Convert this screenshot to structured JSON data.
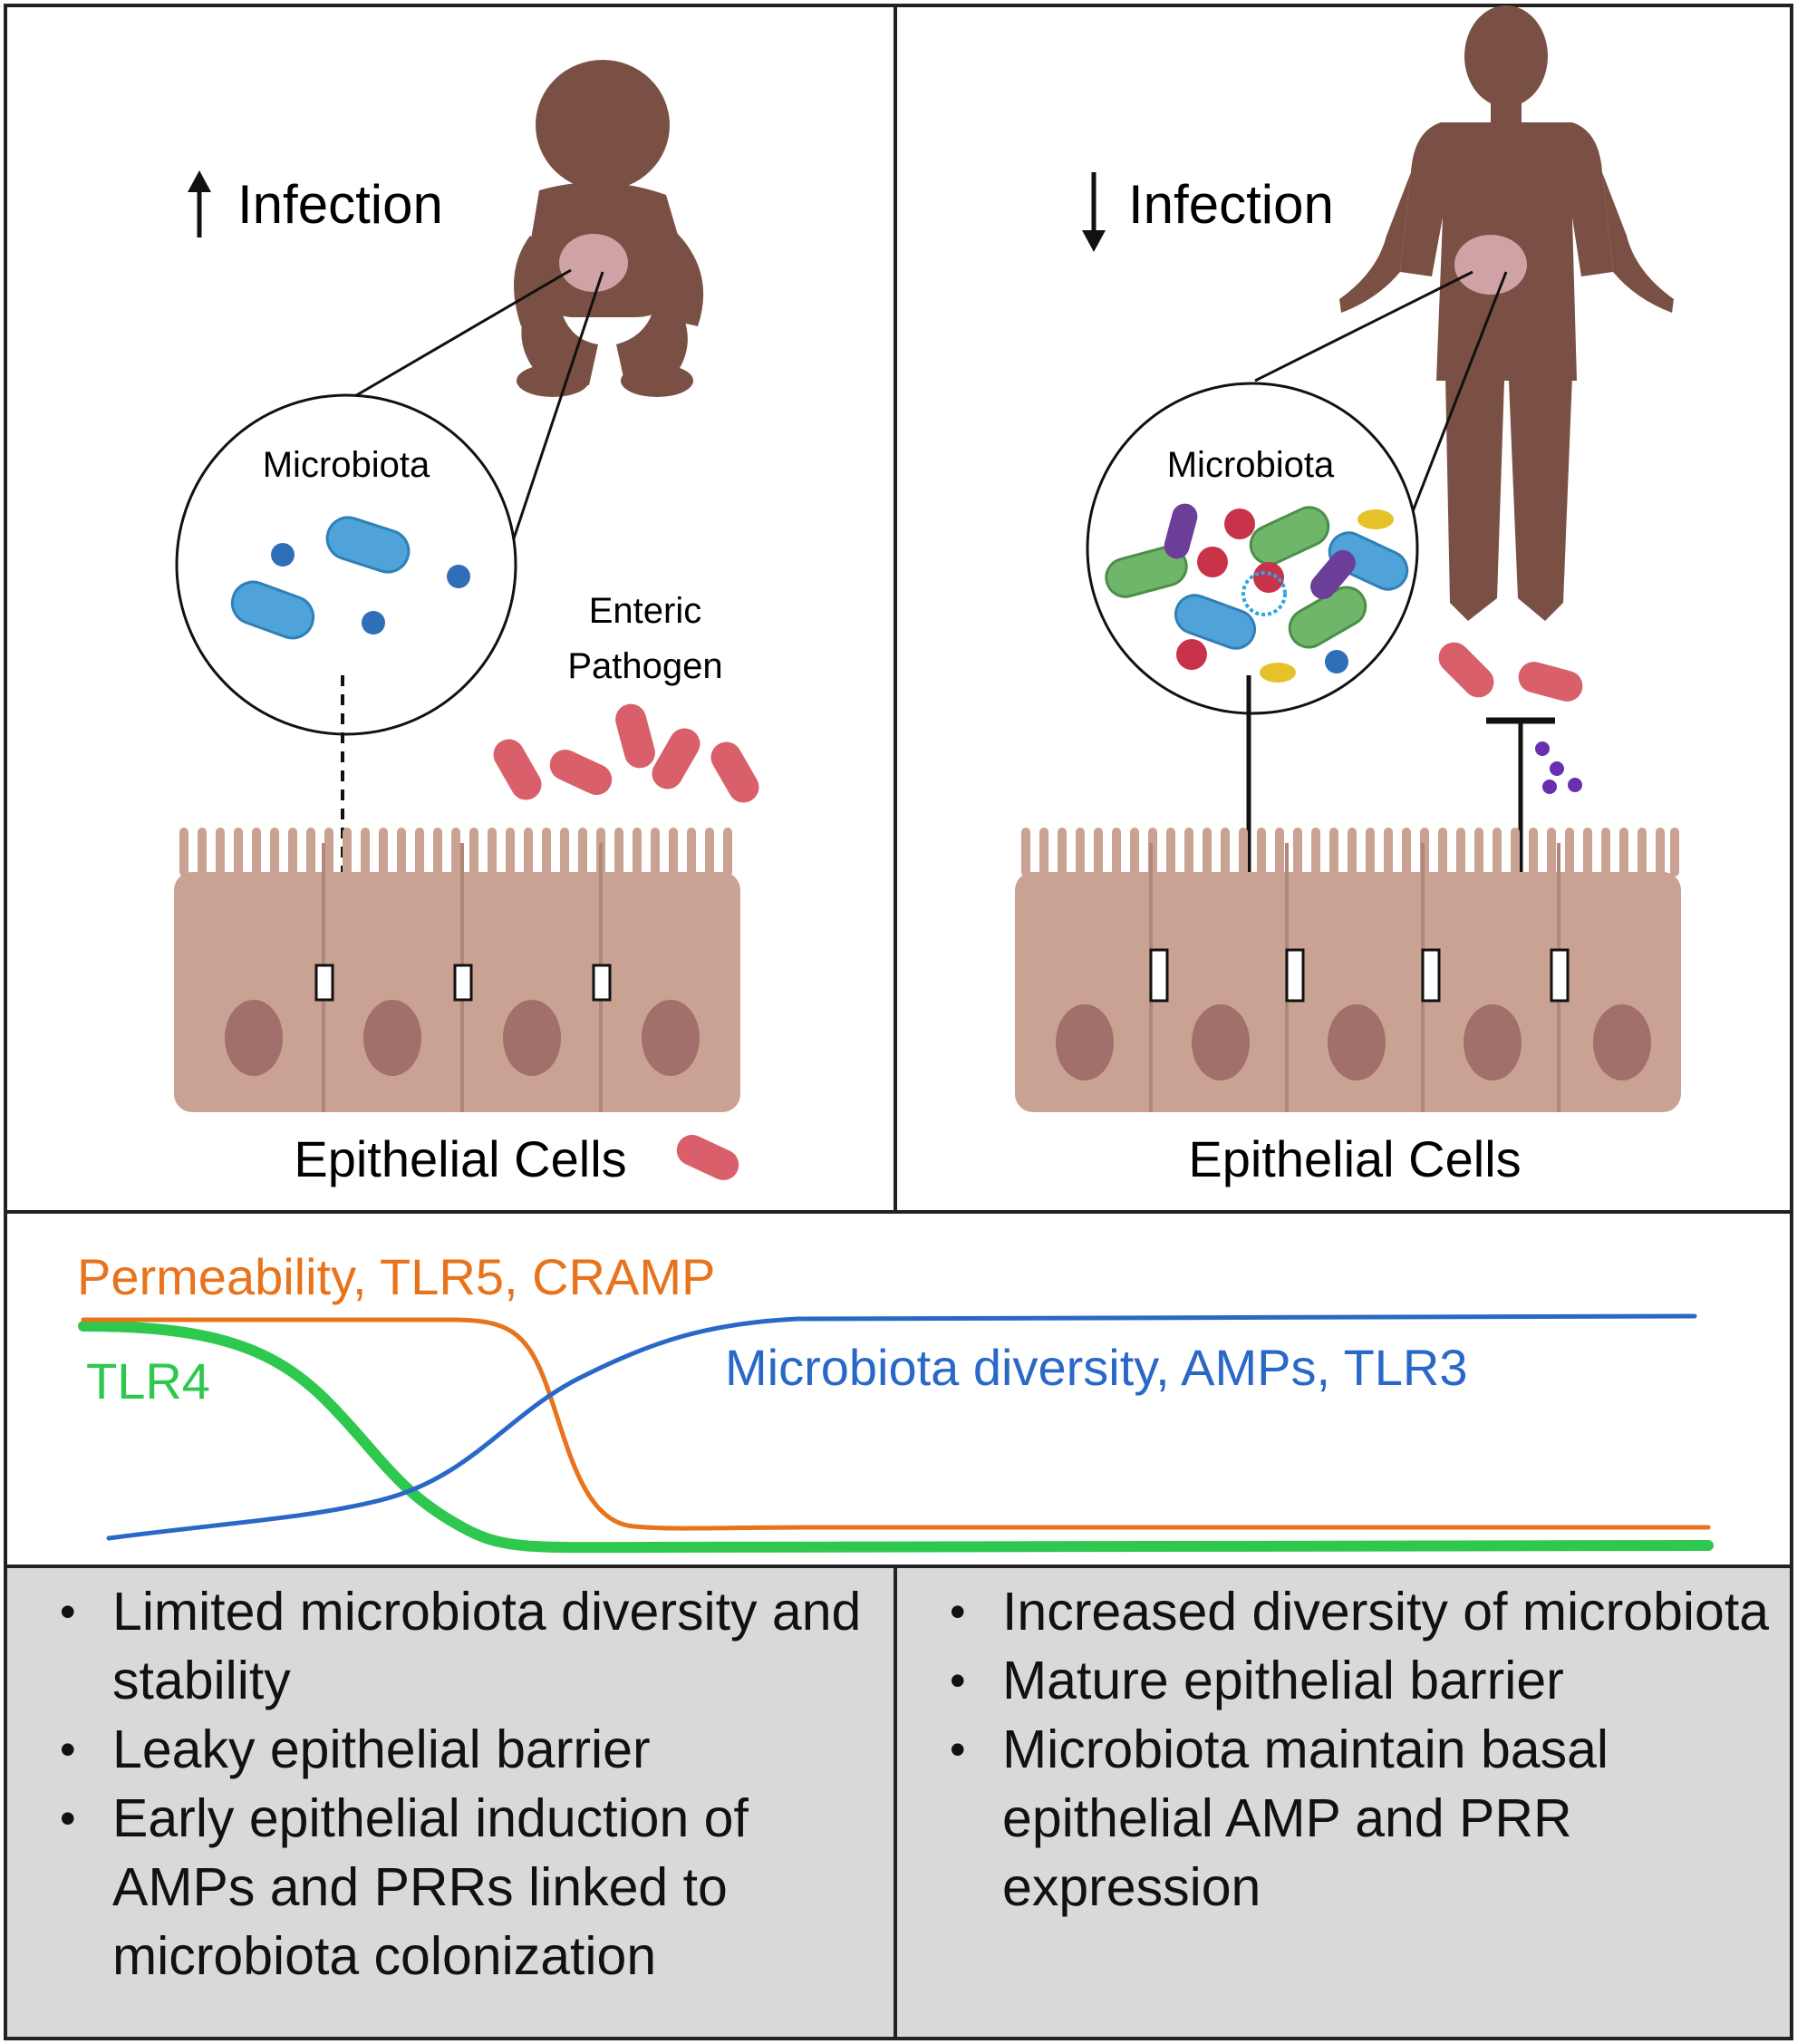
{
  "left_panel": {
    "infection_label": "Infection",
    "microbiota_label": "Microbiota",
    "pathogen_label_line1": "Enteric",
    "pathogen_label_line2": "Pathogen",
    "cells_label": "Epithelial Cells",
    "arrow_direction": "up"
  },
  "right_panel": {
    "infection_label": "Infection",
    "microbiota_label": "Microbiota",
    "cells_label": "Epithelial Cells",
    "arrow_direction": "down"
  },
  "curves": {
    "orange_label": "Permeability, TLR5, CRAMP",
    "green_label": "TLR4",
    "blue_label": "Microbiota diversity, AMPs, TLR3",
    "colors": {
      "orange": "#e8731c",
      "green": "#2ec84e",
      "blue": "#2a68c8"
    }
  },
  "left_bullets": [
    "Limited microbiota diversity and stability",
    "Leaky epithelial barrier",
    "Early epithelial induction of AMPs and PRRs linked to microbiota colonization"
  ],
  "right_bullets": [
    "Increased diversity of microbiota",
    "Mature epithelial barrier",
    "Microbiota maintain basal epithelial AMP and PRR expression"
  ]
}
